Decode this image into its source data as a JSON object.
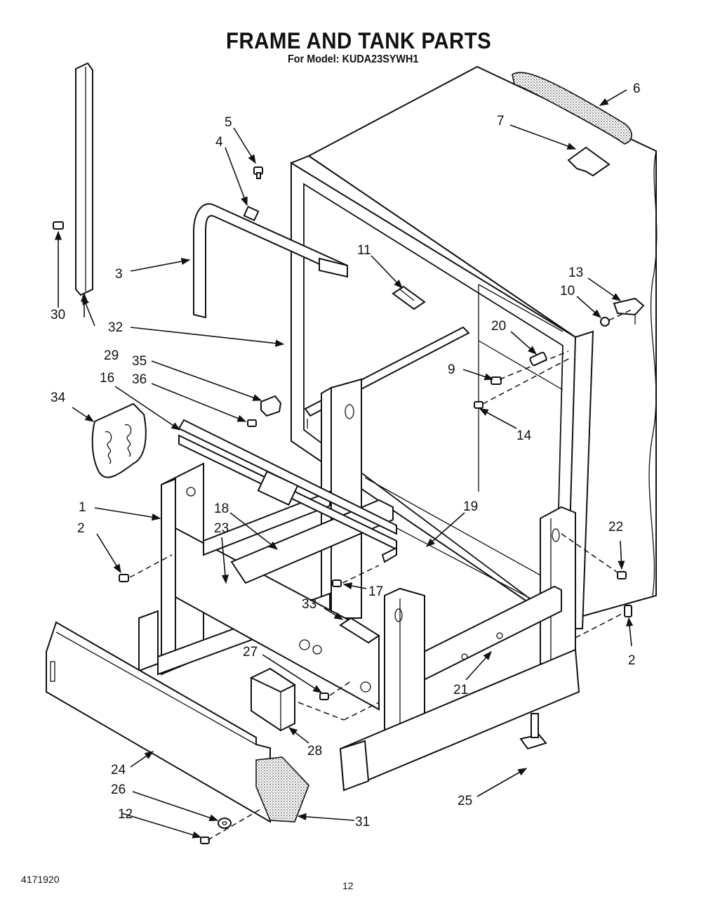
{
  "header": {
    "title": "FRAME AND TANK PARTS",
    "model_line": "For Model: KUDA23SYWH1"
  },
  "footer": {
    "document_number": "4171920",
    "page_number": "12"
  },
  "callouts": [
    {
      "id": "1",
      "label": "1"
    },
    {
      "id": "2a",
      "label": "2"
    },
    {
      "id": "2b",
      "label": "2"
    },
    {
      "id": "3",
      "label": "3"
    },
    {
      "id": "4",
      "label": "4"
    },
    {
      "id": "5",
      "label": "5"
    },
    {
      "id": "6",
      "label": "6"
    },
    {
      "id": "7",
      "label": "7"
    },
    {
      "id": "9",
      "label": "9"
    },
    {
      "id": "10",
      "label": "10"
    },
    {
      "id": "11",
      "label": "11"
    },
    {
      "id": "12",
      "label": "12"
    },
    {
      "id": "13",
      "label": "13"
    },
    {
      "id": "14",
      "label": "14"
    },
    {
      "id": "16",
      "label": "16"
    },
    {
      "id": "17",
      "label": "17"
    },
    {
      "id": "18",
      "label": "18"
    },
    {
      "id": "19",
      "label": "19"
    },
    {
      "id": "20",
      "label": "20"
    },
    {
      "id": "21",
      "label": "21"
    },
    {
      "id": "22",
      "label": "22"
    },
    {
      "id": "23",
      "label": "23"
    },
    {
      "id": "24",
      "label": "24"
    },
    {
      "id": "25",
      "label": "25"
    },
    {
      "id": "26",
      "label": "26"
    },
    {
      "id": "27",
      "label": "27"
    },
    {
      "id": "28",
      "label": "28"
    },
    {
      "id": "29",
      "label": "29"
    },
    {
      "id": "30",
      "label": "30"
    },
    {
      "id": "31",
      "label": "31"
    },
    {
      "id": "32",
      "label": "32"
    },
    {
      "id": "33",
      "label": "33"
    },
    {
      "id": "34",
      "label": "34"
    },
    {
      "id": "35",
      "label": "35"
    },
    {
      "id": "36",
      "label": "36"
    }
  ]
}
